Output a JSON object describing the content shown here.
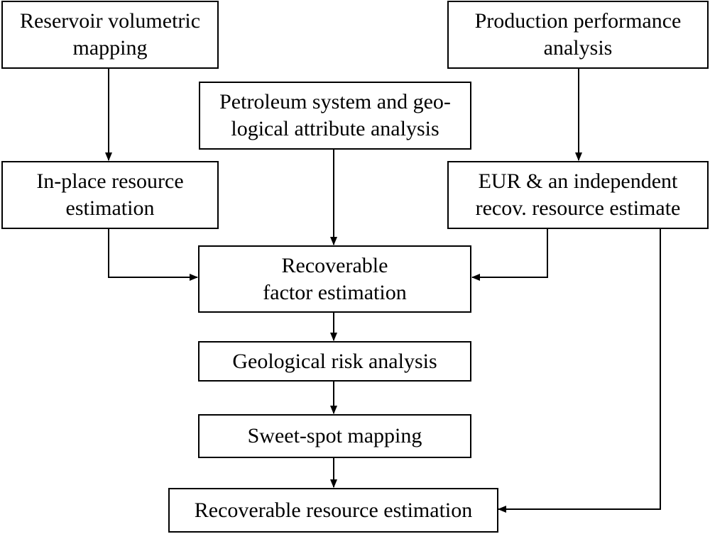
{
  "boxes": {
    "reservoir_mapping": {
      "line1": "Reservoir volumetric",
      "line2": "mapping"
    },
    "production_analysis": {
      "line1": "Production performance",
      "line2": "analysis"
    },
    "petroleum_system": {
      "line1": "Petroleum system and geo-",
      "line2": "logical attribute analysis"
    },
    "inplace_estimation": {
      "line1": "In-place resource",
      "line2": "estimation"
    },
    "eur_estimate": {
      "line1": "EUR & an independent",
      "line2": "recov. resource estimate"
    },
    "recoverable_factor": {
      "line1": "Recoverable",
      "line2": "factor estimation"
    },
    "geological_risk": {
      "line1": "Geological risk analysis"
    },
    "sweet_spot": {
      "line1": "Sweet-spot mapping"
    },
    "recoverable_resource": {
      "line1": "Recoverable resource estimation"
    }
  },
  "colors": {
    "stroke": "#000000",
    "background": "#ffffff"
  }
}
